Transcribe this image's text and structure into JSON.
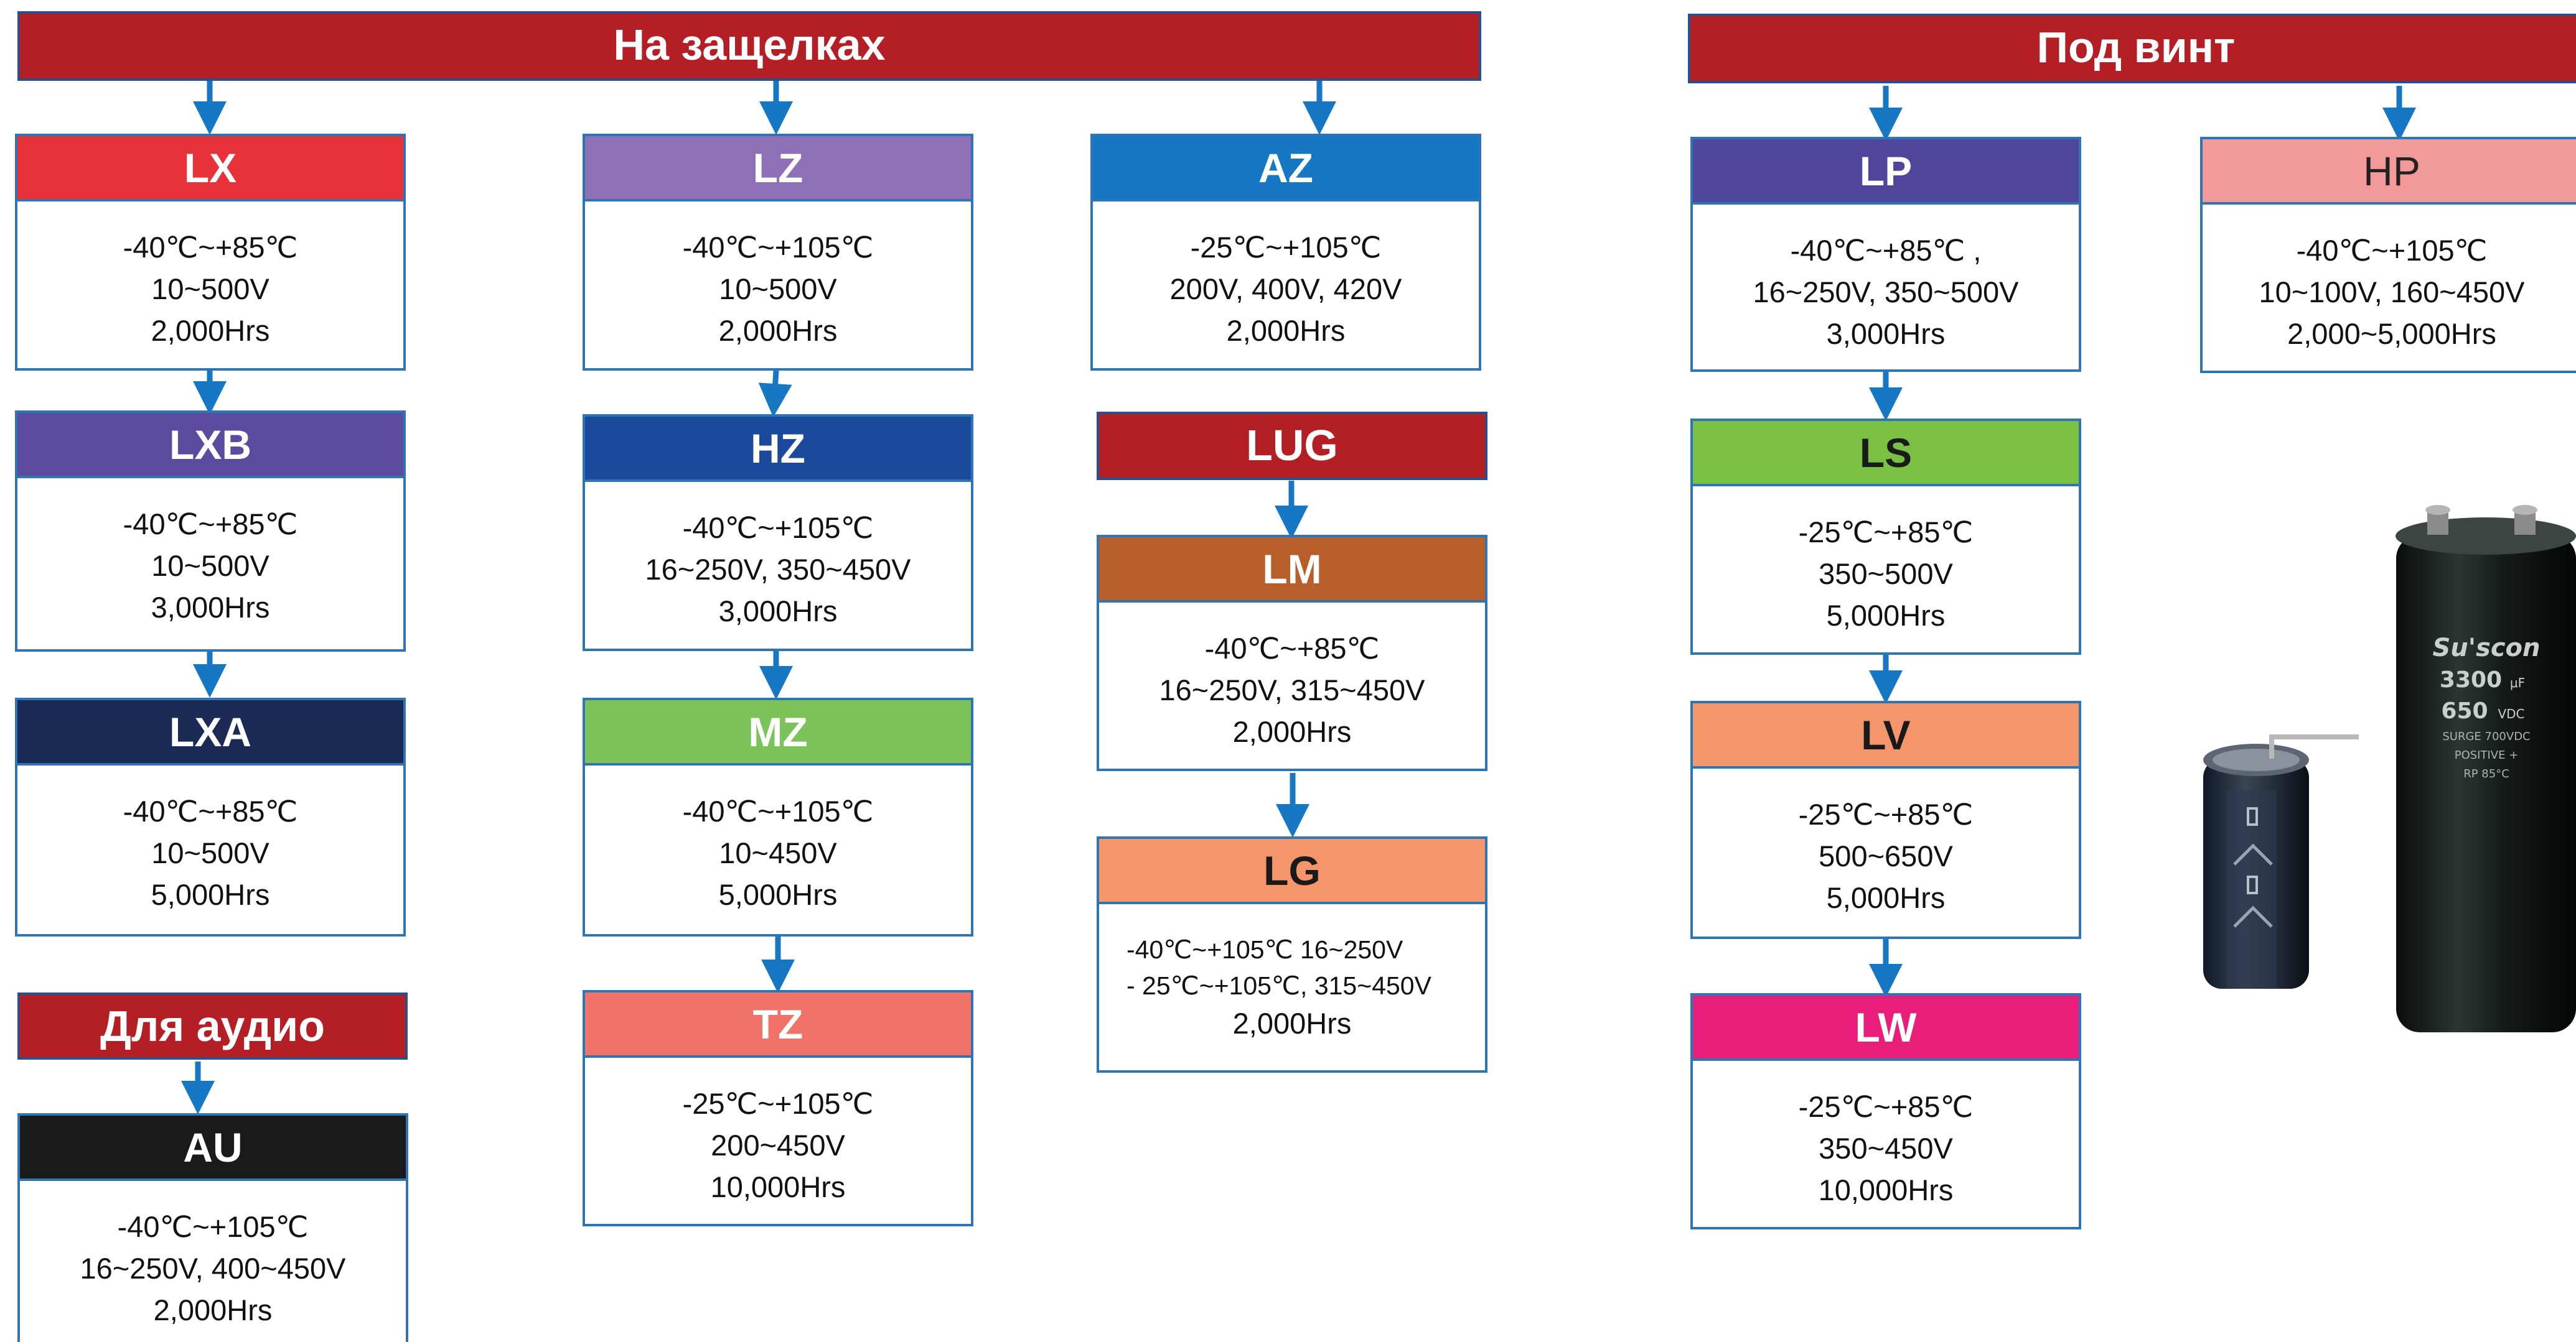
{
  "groups": {
    "snap": "На защелках",
    "screw": "Под винт",
    "audio": "Для аудио",
    "lug": "LUG"
  },
  "series": {
    "LX": {
      "name": "LX",
      "temp": "-40℃~+85℃",
      "voltage": "10~500V",
      "life": "2,000Hrs",
      "color": "#e8323a"
    },
    "LXB": {
      "name": "LXB",
      "temp": "-40℃~+85℃",
      "voltage": "10~500V",
      "life": "3,000Hrs",
      "color": "#5b4a9e"
    },
    "LXA": {
      "name": "LXA",
      "temp": "-40℃~+85℃",
      "voltage": "10~500V",
      "life": "5,000Hrs",
      "color": "#1c2a56"
    },
    "AU": {
      "name": "AU",
      "temp": "-40℃~+105℃",
      "voltage": "16~250V, 400~450V",
      "life": "2,000Hrs",
      "color": "#1a1a1a"
    },
    "LZ": {
      "name": "LZ",
      "temp": "-40℃~+105℃",
      "voltage": "10~500V",
      "life": "2,000Hrs",
      "color": "#8f6fb5"
    },
    "HZ": {
      "name": "HZ",
      "temp": "-40℃~+105℃",
      "voltage": "16~250V, 350~450V",
      "life": "3,000Hrs",
      "color": "#1b4a9c"
    },
    "MZ": {
      "name": "MZ",
      "temp": "-40℃~+105℃",
      "voltage": "10~450V",
      "life": "5,000Hrs",
      "color": "#7cc45a"
    },
    "TZ": {
      "name": "TZ",
      "temp": "-25℃~+105℃",
      "voltage": "200~450V",
      "life": "10,000Hrs",
      "color": "#f07268"
    },
    "AZ": {
      "name": "AZ",
      "temp": "-25℃~+105℃",
      "voltage": "200V, 400V, 420V",
      "life": "2,000Hrs",
      "color": "#1677c5"
    },
    "LM": {
      "name": "LM",
      "temp": "-40℃~+85℃",
      "voltage": "16~250V, 315~450V",
      "life": "2,000Hrs",
      "color": "#b85e2a"
    },
    "LG": {
      "name": "LG",
      "line1": "-40℃~+105℃ 16~250V",
      "line2": "- 25℃~+105℃, 315~450V",
      "life": "2,000Hrs",
      "color": "#f4956a"
    },
    "LP": {
      "name": "LP",
      "temp": "-40℃~+85℃ ,",
      "voltage": "16~250V, 350~500V",
      "life": "3,000Hrs",
      "color": "#4f469b"
    },
    "LS": {
      "name": "LS",
      "temp": "-25℃~+85℃",
      "voltage": "350~500V",
      "life": "5,000Hrs",
      "color": "#7ac143"
    },
    "LV": {
      "name": "LV",
      "temp": "-25℃~+85℃",
      "voltage": "500~650V",
      "life": "5,000Hrs",
      "color": "#f4956a"
    },
    "LW": {
      "name": "LW",
      "temp": "-25℃~+85℃",
      "voltage": "350~450V",
      "life": "10,000Hrs",
      "color": "#e91e7a"
    },
    "HP": {
      "name": "HP",
      "temp": "-40℃~+105℃",
      "voltage": "10~100V, 160~450V",
      "life": "2,000~5,000Hrs",
      "color": "#f29a9a"
    }
  },
  "photo": {
    "brand": "Su'scon",
    "capacitance": "3300",
    "cap_unit": "μF",
    "voltage": "650",
    "volt_unit": "VDC",
    "surge": "SURGE 700VDC",
    "polarity": "POSITIVE +",
    "temp": "RP 85°C"
  }
}
